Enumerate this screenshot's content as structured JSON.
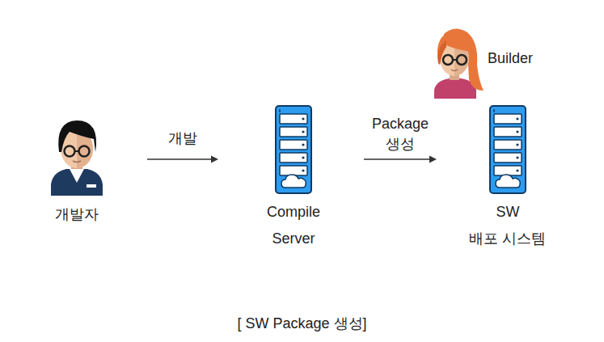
{
  "diagram": {
    "caption": "[ SW Package 생성]",
    "nodes": [
      {
        "text": [
          "개발자"
        ]
      },
      {
        "text": [
          "Compile Server"
        ]
      },
      {
        "text": [
          "Builder"
        ]
      },
      {
        "text": [
          "SW 배포 시스템"
        ]
      }
    ],
    "edges": [
      {
        "from": 0,
        "to": 1,
        "arrow": "to",
        "label": "개발"
      },
      {
        "from": 1,
        "to": 3,
        "arrow": "to",
        "label": "Package 생성"
      }
    ]
  }
}
